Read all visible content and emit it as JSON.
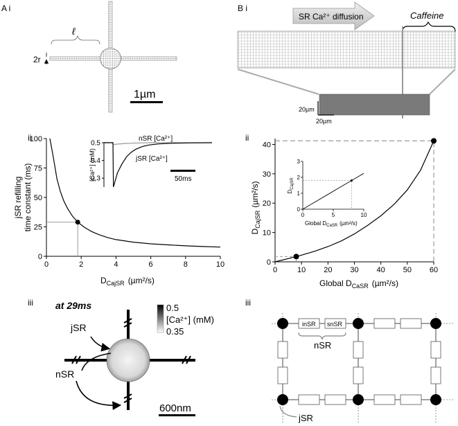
{
  "panel_labels": {
    "ai": "A i",
    "bi": "B i",
    "ii_left": "ii",
    "ii_right": "ii",
    "iii_left": "iii",
    "iii_right": "iii"
  },
  "ai": {
    "length_symbol": "ℓ",
    "radius_label": "2r",
    "scalebar": "1µm"
  },
  "bi": {
    "arrow_label": "SR Ca²⁺ diffusion",
    "caffeine_label": "Caffeine",
    "scale_v": "20µm",
    "scale_h": "20µm"
  },
  "aii": {
    "ylabel_1": "jSR refilling",
    "ylabel_2": "time constant (ms)",
    "xlabel": "D",
    "xlabel_sub": "CajSR",
    "xlabel_units": "(µm²/s)",
    "inset_nsr": "nSR [Ca²⁺]",
    "inset_jsr": "jSR [Ca²⁺]",
    "inset_ylabel": "[Ca²⁺] (mM)",
    "inset_scale": "50ms"
  },
  "bii": {
    "ylabel": "D",
    "ylabel_sub": "CajSR",
    "ylabel_units": "(µm²/s)",
    "xlabel_prefix": "Global  D",
    "xlabel_sub": "CaSR",
    "xlabel_units": "(µm²/s)",
    "inset_ylabel": "D",
    "inset_ylabel_sub": "CajSR",
    "inset_xlabel_prefix": "Global  D",
    "inset_xlabel_sub": "CaSR",
    "inset_xlabel_units": "(µm²/s)"
  },
  "aiii": {
    "title": "at 29ms",
    "colorbar_max": "0.5",
    "colorbar_min": "0.35",
    "colorbar_label": "[Ca²⁺] (mM)",
    "jsr": "jSR",
    "nsr": "nSR",
    "scalebar": "600nm"
  },
  "biii": {
    "insr": "inSR",
    "snsr": "snSR",
    "nsr": "nSR",
    "jsr": "jSR"
  },
  "chart_data": [
    {
      "type": "line",
      "id": "refill",
      "x": [
        0.2,
        0.4,
        0.6,
        0.8,
        1.0,
        1.2,
        1.5,
        1.8,
        2.2,
        2.6,
        3.0,
        3.5,
        4.0,
        5.0,
        6.0,
        7.0,
        8.0,
        9.0,
        10.0
      ],
      "y": [
        100,
        84,
        66,
        55,
        47,
        41,
        34,
        29,
        24.5,
        21,
        18.5,
        16,
        14.2,
        12,
        10.6,
        9.7,
        8.9,
        8.3,
        7.8
      ],
      "marker": {
        "x": 1.8,
        "y": 29
      },
      "xlim": [
        0,
        10
      ],
      "ylim": [
        0,
        100
      ],
      "xticks": [
        0,
        2,
        4,
        6,
        8,
        10
      ],
      "yticks": [
        0,
        25,
        50,
        75,
        100
      ]
    },
    {
      "type": "line",
      "id": "refill_inset",
      "x": [
        0,
        0.04,
        0.042,
        0.06,
        0.08,
        0.1,
        0.12,
        0.14,
        0.17,
        0.2,
        0.24,
        0.3,
        0.38,
        0.48
      ],
      "y_jsr": [
        0.5,
        0.5,
        0.25,
        0.33,
        0.38,
        0.42,
        0.445,
        0.462,
        0.478,
        0.487,
        0.493,
        0.497,
        0.499,
        0.5
      ],
      "y_nsr": [
        0.5,
        0.5,
        0.49,
        0.492,
        0.494,
        0.496,
        0.497,
        0.498,
        0.499,
        0.5,
        0.5,
        0.5,
        0.5,
        0.5
      ],
      "ylim": [
        0.25,
        0.5
      ],
      "yticks": [
        0.3,
        0.4,
        0.5
      ]
    },
    {
      "type": "line",
      "id": "dglobal",
      "x": [
        0,
        8,
        10,
        15,
        20,
        25,
        30,
        35,
        40,
        45,
        50,
        55,
        60
      ],
      "y": [
        0,
        1.8,
        2.3,
        3.6,
        5.2,
        7.1,
        9.5,
        12.4,
        15.7,
        19.6,
        24.5,
        31.2,
        41.2
      ],
      "markers": [
        {
          "x": 8,
          "y": 1.8
        },
        {
          "x": 60,
          "y": 41.2
        }
      ],
      "xlim": [
        0,
        60
      ],
      "ylim": [
        0,
        42
      ],
      "xticks": [
        0,
        10,
        20,
        30,
        40,
        50,
        60
      ],
      "yticks": [
        0,
        10,
        20,
        30,
        40
      ]
    },
    {
      "type": "line",
      "id": "dglobal_inset",
      "x": [
        0,
        2,
        4,
        6,
        8,
        10
      ],
      "y": [
        0,
        0.45,
        0.9,
        1.35,
        1.8,
        2.25
      ],
      "marker": {
        "x": 8,
        "y": 1.8
      },
      "xlim": [
        0,
        10
      ],
      "ylim": [
        0,
        3
      ],
      "xticks": [
        0,
        5,
        10
      ],
      "yticks": [
        0,
        1,
        2,
        3
      ]
    }
  ]
}
